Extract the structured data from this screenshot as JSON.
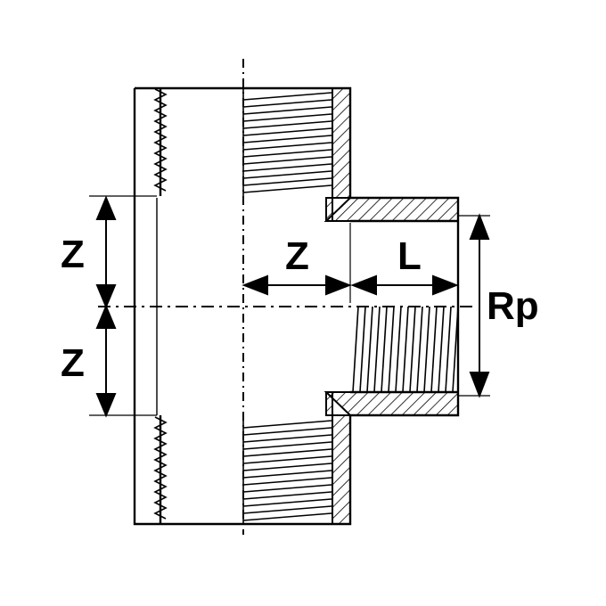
{
  "diagram": {
    "labels": {
      "z_top": "Z",
      "z_bottom": "Z",
      "z_branch": "Z",
      "length": "L",
      "thread": "Rp"
    },
    "colors": {
      "line": "#000000",
      "background": "#ffffff"
    }
  }
}
